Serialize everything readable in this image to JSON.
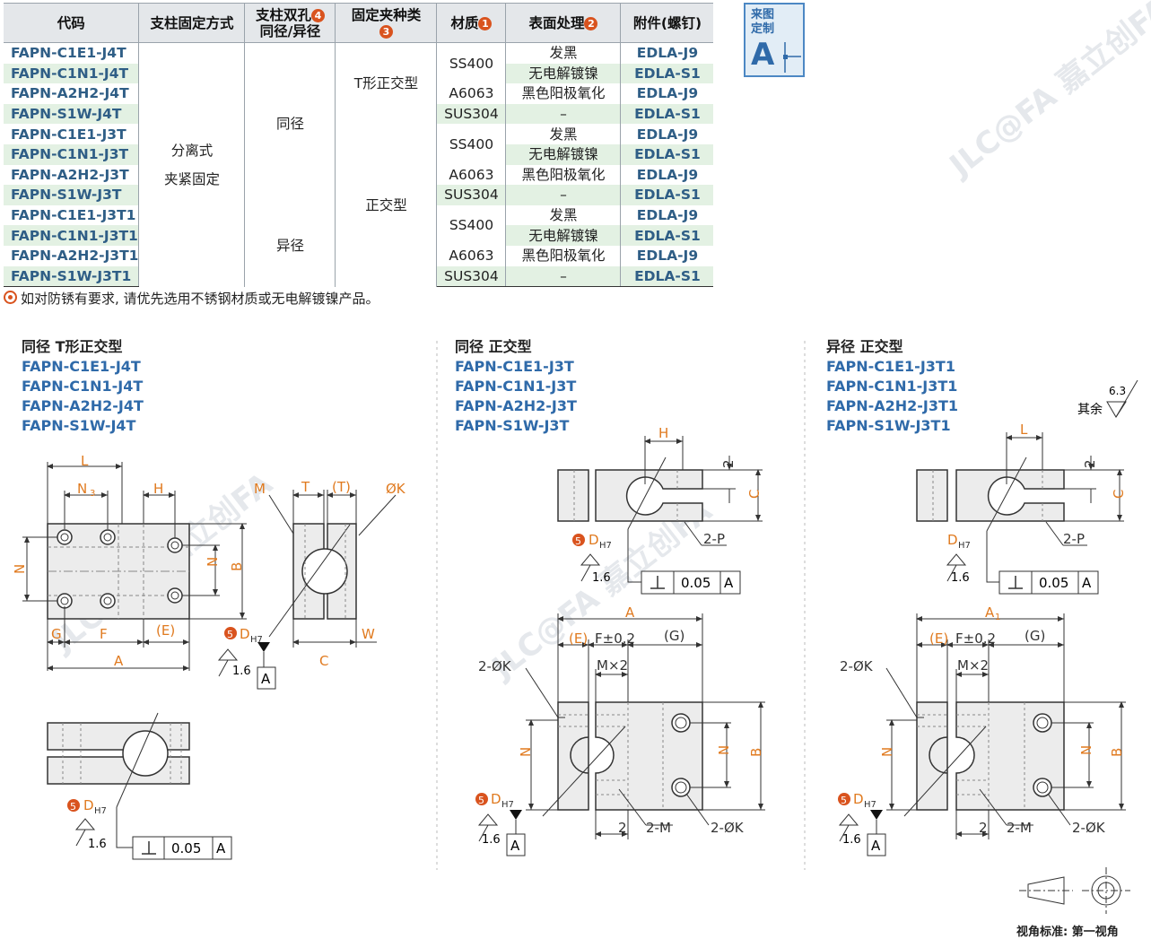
{
  "table": {
    "headers": {
      "code": "代码",
      "fix": "支柱固定方式",
      "holes_l1": "支柱双孔",
      "holes_l2": "同径/异径",
      "holes_num": "4",
      "clamp": "固定夹种类",
      "clamp_num": "3",
      "material": "材质",
      "material_num": "1",
      "surface": "表面处理",
      "surface_num": "2",
      "acc": "附件(螺钉)"
    },
    "rows": [
      {
        "code": "FAPN-C1E1-J4T",
        "surface": "发黑",
        "acc": "EDLA-J9"
      },
      {
        "code": "FAPN-C1N1-J4T",
        "surface": "无电解镀镍",
        "acc": "EDLA-S1"
      },
      {
        "code": "FAPN-A2H2-J4T",
        "surface": "黑色阳极氧化",
        "acc": "EDLA-J9"
      },
      {
        "code": "FAPN-S1W-J4T",
        "surface": "–",
        "acc": "EDLA-S1"
      },
      {
        "code": "FAPN-C1E1-J3T",
        "surface": "发黑",
        "acc": "EDLA-J9"
      },
      {
        "code": "FAPN-C1N1-J3T",
        "surface": "无电解镀镍",
        "acc": "EDLA-S1"
      },
      {
        "code": "FAPN-A2H2-J3T",
        "surface": "黑色阳极氧化",
        "acc": "EDLA-J9"
      },
      {
        "code": "FAPN-S1W-J3T",
        "surface": "–",
        "acc": "EDLA-S1"
      },
      {
        "code": "FAPN-C1E1-J3T1",
        "surface": "发黑",
        "acc": "EDLA-J9"
      },
      {
        "code": "FAPN-C1N1-J3T1",
        "surface": "无电解镀镍",
        "acc": "EDLA-S1"
      },
      {
        "code": "FAPN-A2H2-J3T1",
        "surface": "黑色阳极氧化",
        "acc": "EDLA-J9"
      },
      {
        "code": "FAPN-S1W-J3T1",
        "surface": "–",
        "acc": "EDLA-S1"
      }
    ],
    "merged": {
      "fix_l1": "分离式",
      "fix_l2": "夹紧固定",
      "same": "同径",
      "diff": "异径",
      "t_type": "T形正交型",
      "cross": "正交型",
      "ss400": "SS400",
      "a6063": "A6063",
      "sus304": "SUS304"
    }
  },
  "note": "如对防锈有要求, 请优先选用不锈钢材质或无电解镀镍产品。",
  "custom_badge": {
    "line1": "来图",
    "line2": "定制",
    "letter": "A"
  },
  "sections": [
    {
      "title": "同径 T形正交型",
      "models": [
        "FAPN-C1E1-J4T",
        "FAPN-C1N1-J4T",
        "FAPN-A2H2-J4T",
        "FAPN-S1W-J4T"
      ]
    },
    {
      "title": "同径 正交型",
      "models": [
        "FAPN-C1E1-J3T",
        "FAPN-C1N1-J3T",
        "FAPN-A2H2-J3T",
        "FAPN-S1W-J3T"
      ]
    },
    {
      "title": "异径 正交型",
      "models": [
        "FAPN-C1E1-J3T1",
        "FAPN-C1N1-J3T1",
        "FAPN-A2H2-J3T1",
        "FAPN-S1W-J3T1"
      ]
    }
  ],
  "roughness": {
    "label": "其余",
    "value": "6.3"
  },
  "footer": "视角标准: 第一视角",
  "dims": {
    "L": "L",
    "N3": "N",
    "H": "H",
    "N2": "N",
    "N1": "N",
    "B": "B",
    "G": "G",
    "F": "F",
    "E": "(E)",
    "A": "A",
    "M": "M",
    "T": "T",
    "Tp": "(T)",
    "K": "ØK",
    "C": "C",
    "W": "W",
    "D": "D",
    "DH7": "H7",
    "roughness_1_6": "1.6",
    "perp": "0.05",
    "datum": "A",
    "two_P": "2-P",
    "two_K": "2-ØK",
    "Fpm": "F±0.2",
    "Gp": "(G)",
    "Mx2": "M×2",
    "two": "2",
    "two_M": "2-M",
    "two_K1": "2-ØK",
    "A1": "A",
    "G1": "(G)",
    "sub1": "1",
    "sub3": "3",
    "sub2": "2",
    "circle5": "5"
  },
  "watermark": "JLC@FA 嘉立创FA"
}
